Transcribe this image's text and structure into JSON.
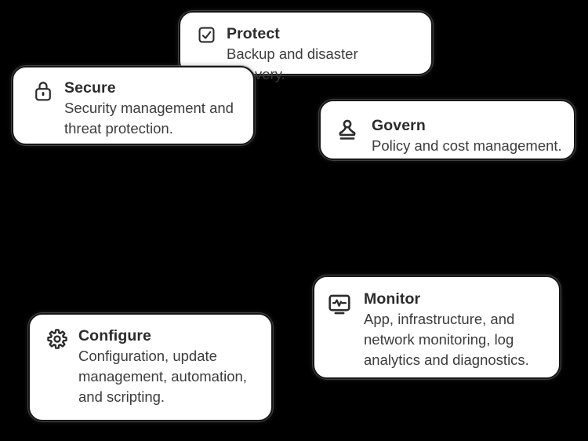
{
  "background_color": "#000000",
  "card_style": {
    "background": "#ffffff",
    "border_color": "#171717",
    "title_color": "#2b2b2b",
    "body_color": "#3c3c3c",
    "icon_color": "#2c2c2c"
  },
  "cards": [
    {
      "id": "protect",
      "icon": "checkbox-check-icon",
      "title": "Protect",
      "body": "Backup and disaster recovery."
    },
    {
      "id": "secure",
      "icon": "lock-icon",
      "title": "Secure",
      "body": "Security management and\nthreat protection."
    },
    {
      "id": "govern",
      "icon": "stamp-icon",
      "title": "Govern",
      "body": "Policy and cost management."
    },
    {
      "id": "monitor",
      "icon": "monitor-pulse-icon",
      "title": "Monitor",
      "body": "App, infrastructure, and\nnetwork monitoring, log\nanalytics and diagnostics."
    },
    {
      "id": "configure",
      "icon": "gear-icon",
      "title": "Configure",
      "body": "Configuration, update\nmanagement, automation,\nand scripting."
    }
  ]
}
